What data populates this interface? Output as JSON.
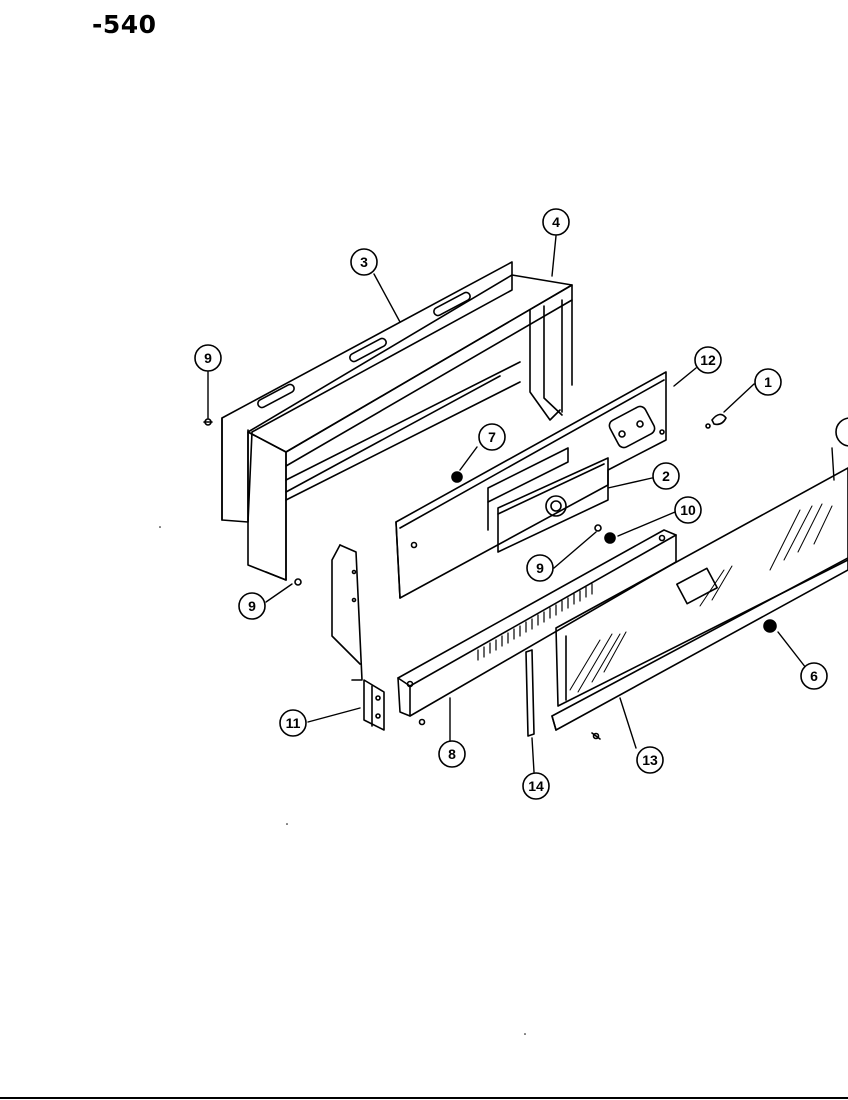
{
  "page_code": "-540",
  "callouts": [
    {
      "id": "callout-1",
      "label": "1"
    },
    {
      "id": "callout-2",
      "label": "2"
    },
    {
      "id": "callout-3",
      "label": "3"
    },
    {
      "id": "callout-4",
      "label": "4"
    },
    {
      "id": "callout-6",
      "label": "6"
    },
    {
      "id": "callout-7",
      "label": "7"
    },
    {
      "id": "callout-8",
      "label": "8"
    },
    {
      "id": "callout-9a",
      "label": "9"
    },
    {
      "id": "callout-9b",
      "label": "9"
    },
    {
      "id": "callout-9c",
      "label": "9"
    },
    {
      "id": "callout-10",
      "label": "10"
    },
    {
      "id": "callout-11",
      "label": "11"
    },
    {
      "id": "callout-12",
      "label": "12"
    },
    {
      "id": "callout-13",
      "label": "13"
    },
    {
      "id": "callout-14",
      "label": "14"
    }
  ]
}
